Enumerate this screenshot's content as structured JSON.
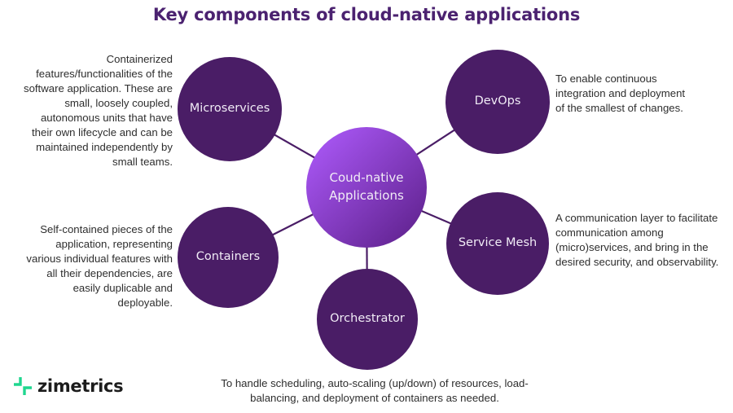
{
  "title": "Key components of cloud-native applications",
  "colors": {
    "title": "#4b2270",
    "node_fill": "#4a1d66",
    "center_fill_start": "#a64dff",
    "center_fill_end": "#5c1f8c",
    "connector": "#4a1d66",
    "logo_accent": "#1fd68f"
  },
  "center_node": {
    "label_line1": "Coud-native",
    "label_line2": "Applications"
  },
  "nodes": [
    {
      "id": "microservices",
      "label": "Microservices",
      "description": "Containerized features/functionalities of the software application. These are small, loosely coupled, autonomous units that have their own lifecycle and can be maintained independently by small teams."
    },
    {
      "id": "devops",
      "label": "DevOps",
      "description": "To enable continuous integration and deployment of the smallest of changes."
    },
    {
      "id": "containers",
      "label": "Containers",
      "description": "Self-contained pieces of the application, representing various individual features with all their dependencies, are easily duplicable and deployable."
    },
    {
      "id": "service-mesh",
      "label": "Service Mesh",
      "description": "A communication layer to facilitate communication among (micro)services, and bring in the desired security, and observability."
    },
    {
      "id": "orchestrator",
      "label": "Orchestrator",
      "description": "To handle scheduling, auto-scaling (up/down) of resources, load-balancing, and deployment of containers as needed."
    }
  ],
  "logo": {
    "icon": "zimetrics-cross-icon",
    "text": "zimetrics"
  }
}
